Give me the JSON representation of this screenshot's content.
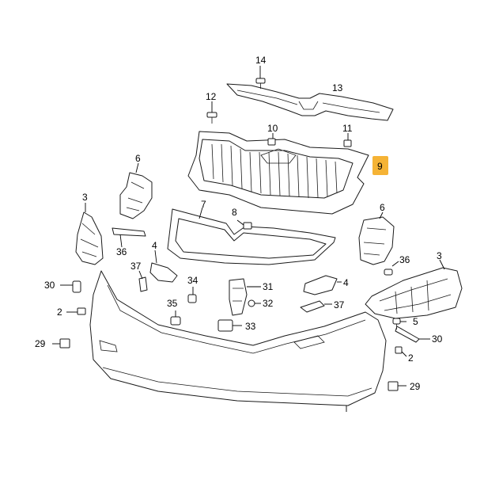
{
  "diagram": {
    "highlight_color": "#f5b335",
    "labels": [
      {
        "id": "14",
        "text": "14"
      },
      {
        "id": "13",
        "text": "13"
      },
      {
        "id": "12",
        "text": "12"
      },
      {
        "id": "10",
        "text": "10"
      },
      {
        "id": "11",
        "text": "11"
      },
      {
        "id": "9",
        "text": "9",
        "highlighted": true
      },
      {
        "id": "6l",
        "text": "6"
      },
      {
        "id": "6r",
        "text": "6"
      },
      {
        "id": "3l",
        "text": "3"
      },
      {
        "id": "3r",
        "text": "3"
      },
      {
        "id": "7",
        "text": "7"
      },
      {
        "id": "8",
        "text": "8"
      },
      {
        "id": "36l",
        "text": "36"
      },
      {
        "id": "36r",
        "text": "36"
      },
      {
        "id": "4l",
        "text": "4"
      },
      {
        "id": "4r",
        "text": "4"
      },
      {
        "id": "37l",
        "text": "37"
      },
      {
        "id": "37r",
        "text": "37"
      },
      {
        "id": "30l",
        "text": "30"
      },
      {
        "id": "30r",
        "text": "30"
      },
      {
        "id": "34",
        "text": "34"
      },
      {
        "id": "31",
        "text": "31"
      },
      {
        "id": "32",
        "text": "32"
      },
      {
        "id": "35",
        "text": "35"
      },
      {
        "id": "33",
        "text": "33"
      },
      {
        "id": "2l",
        "text": "2"
      },
      {
        "id": "2r",
        "text": "2"
      },
      {
        "id": "5",
        "text": "5"
      },
      {
        "id": "29l",
        "text": "29"
      },
      {
        "id": "29r",
        "text": "29"
      }
    ]
  }
}
